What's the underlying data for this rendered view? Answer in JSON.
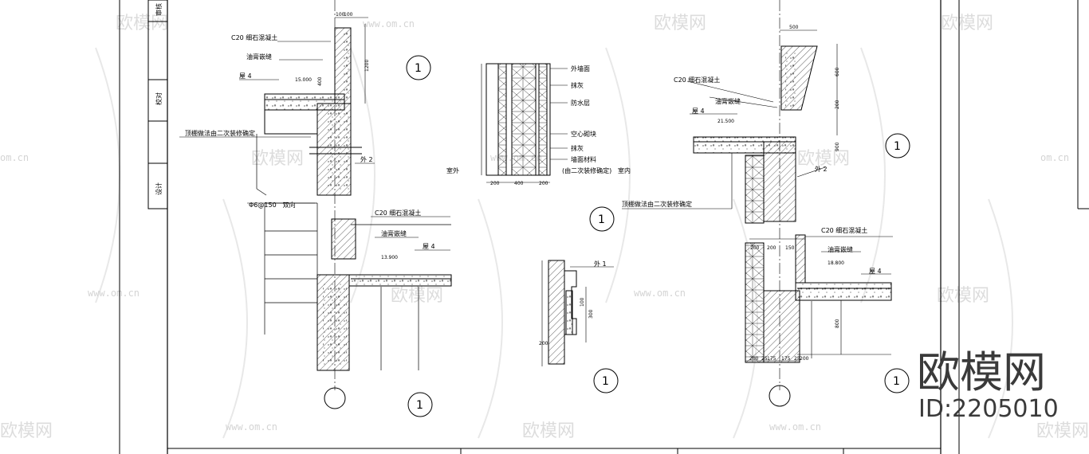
{
  "title_block": {
    "row1": "审核",
    "row2": "校对",
    "row3": "设计"
  },
  "watermark": {
    "brand_cn": "欧模网",
    "url": "www.om.cn",
    "url_partial": "om.cn"
  },
  "brand_badge": {
    "name": "欧模网",
    "id": "ID:2205010"
  },
  "detail_marker": "1",
  "left_detail": {
    "c20_note": "C20 细石混凝土",
    "waterproof_note": "油膏嵌缝",
    "layer_note": "屋 4",
    "ceiling_note": "顶棚做法由二次装修确定",
    "rebar_note": "Φ6@150　双向",
    "c20_note_lower": "C20 细石混凝土",
    "waterproof_note_lower": "油膏嵌缝",
    "layer_note_lower": "屋 4",
    "outer_wall_note": "外 2",
    "dim_top_a": "100",
    "dim_top_b": "100",
    "dim_height": "1200",
    "dim_small": "400",
    "elev_note": "15.000",
    "elev_lower": "13.900"
  },
  "wall_section": {
    "outer_label": "外墙面",
    "layer1": "抹灰",
    "layer2": "防水层",
    "layer3": "空心砌块",
    "layer4": "抹灰",
    "layer5": "墙面材料",
    "layer5_sub": "(由二次装修确定)",
    "side_outer": "室外",
    "side_inner": "室内",
    "dim_a": "200",
    "dim_b": "400",
    "dim_c": "200"
  },
  "small_detail": {
    "label": "外 1",
    "dim_a": "100",
    "dim_b": "300",
    "dim_c": "200"
  },
  "right_detail": {
    "c20_note": "C20 细石混凝土",
    "waterproof_note": "油膏嵌缝",
    "layer_note": "屋 4",
    "ceiling_note": "顶棚做法由二次装修确定",
    "outer_wall_note": "外 2",
    "c20_note_lower": "C20 细石混凝土",
    "waterproof_note_lower": "油膏嵌缝",
    "layer_note_lower": "屋 4",
    "dim_top": "500",
    "dim_600": "600",
    "dim_200": "200",
    "dim_900": "900",
    "dim_bottom": "800",
    "dim_row": [
      "200",
      "200",
      "150"
    ],
    "dim_row_bottom": [
      "200",
      "25",
      "175",
      "175",
      "25",
      "200"
    ],
    "elev_a": "21.500",
    "elev_b": "18.800"
  }
}
